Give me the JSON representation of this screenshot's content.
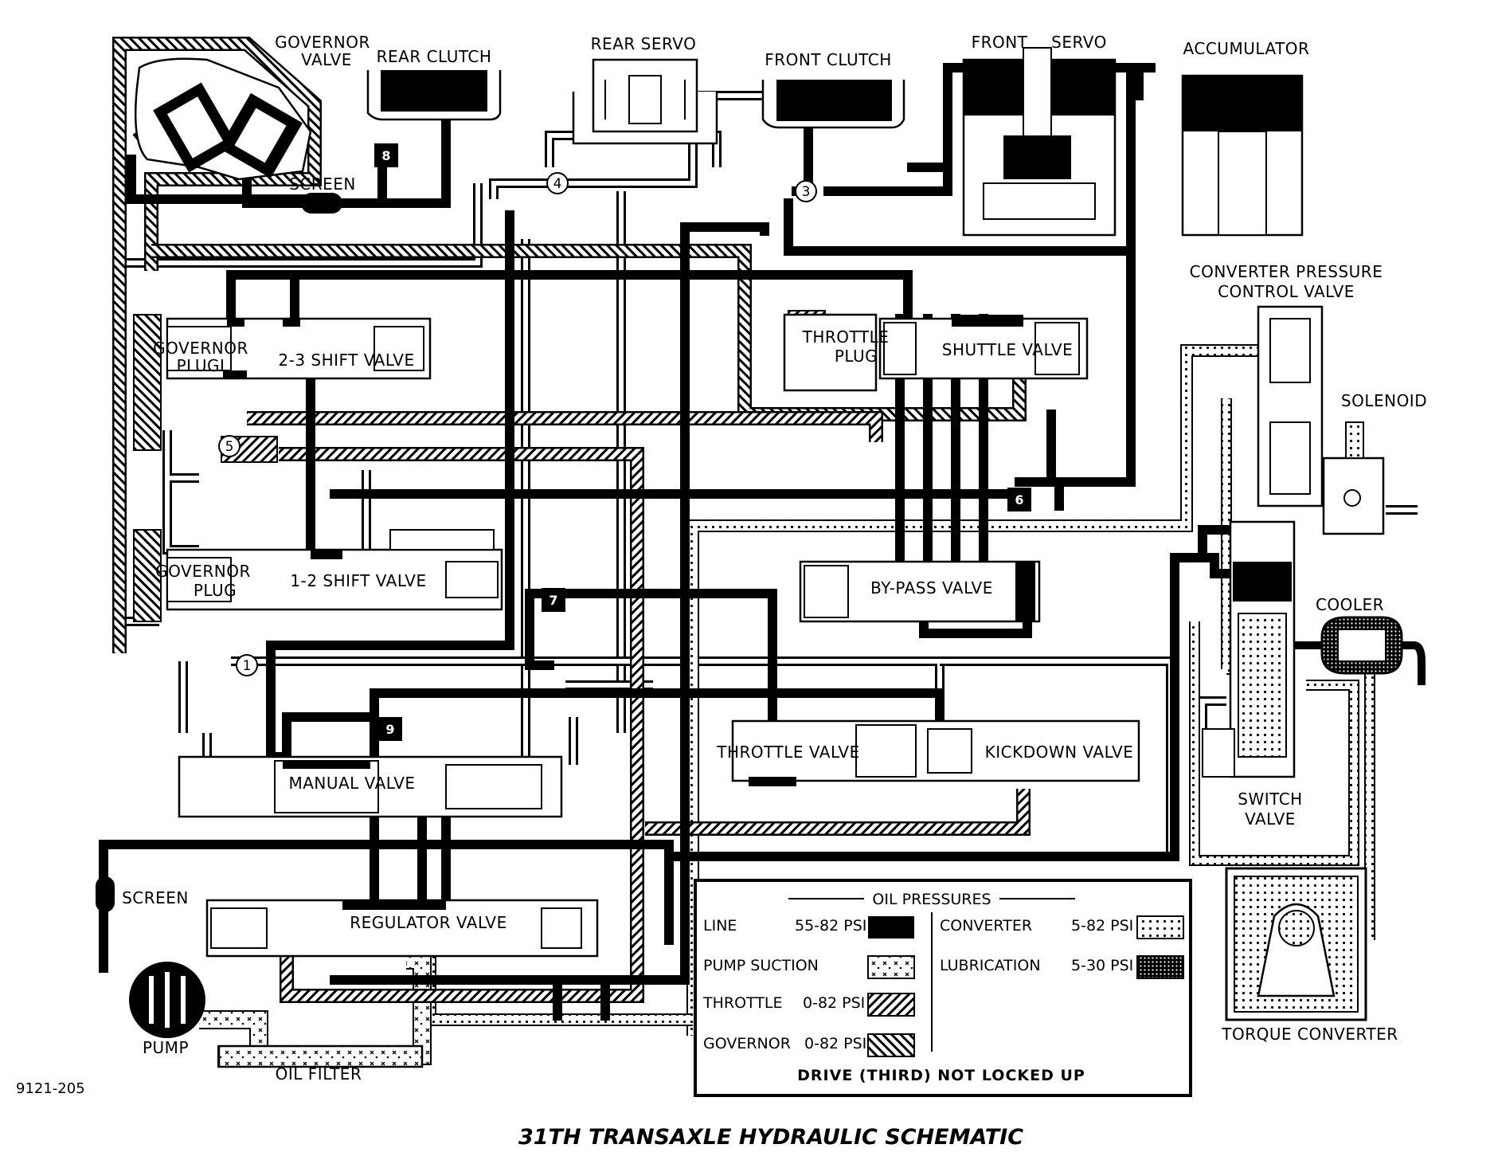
{
  "diagram": {
    "title": "31TH TRANSAXLE HYDRAULIC SCHEMATIC",
    "figure_code": "9121-205",
    "mode_caption": "DRIVE (THIRD) NOT LOCKED UP",
    "components": {
      "governor_valve": [
        "GOVERNOR",
        "VALVE"
      ],
      "rear_clutch": "REAR CLUTCH",
      "rear_servo": "REAR SERVO",
      "front_clutch": "FRONT CLUTCH",
      "front_servo": [
        "FRONT",
        "SERVO"
      ],
      "accumulator": "ACCUMULATOR",
      "screen_top": "SCREEN",
      "converter_pressure_control_valve": [
        "CONVERTER PRESSURE",
        "CONTROL VALVE"
      ],
      "solenoid": "SOLENOID",
      "governor_plug_upper": [
        "GOVERNOR",
        "PLUGI"
      ],
      "shift_valve_2_3": "2-3 SHIFT VALVE",
      "throttle_plug": [
        "THROTTLE",
        "PLUG"
      ],
      "shuttle_valve": "SHUTTLE VALVE",
      "governor_plug_lower": [
        "GOVERNOR",
        "PLUG"
      ],
      "shift_valve_1_2": "1-2 SHIFT VALVE",
      "bypass_valve": "BY-PASS VALVE",
      "cooler": "COOLER",
      "throttle_valve": "THROTTLE VALVE",
      "kickdown_valve": "KICKDOWN VALVE",
      "manual_valve": "MANUAL VALVE",
      "switch_valve": [
        "SWITCH",
        "VALVE"
      ],
      "screen_bottom": "SCREEN",
      "regulator_valve": "REGULATOR VALVE",
      "pump": "PUMP",
      "oil_filter": "OIL FILTER",
      "torque_converter": "TORQUE CONVERTER"
    },
    "check_balls": [
      "1",
      "3",
      "4",
      "5",
      "6",
      "7",
      "8",
      "9"
    ],
    "legend": {
      "heading": "OIL PRESSURES",
      "items": [
        {
          "name": "LINE",
          "range": "55-82 PSI",
          "pattern": "solid-black"
        },
        {
          "name": "PUMP SUCTION",
          "range": "",
          "pattern": "dotted-crosses"
        },
        {
          "name": "THROTTLE",
          "range": "0-82 PSI",
          "pattern": "diagonal-hatch"
        },
        {
          "name": "GOVERNOR",
          "range": "0-82 PSI",
          "pattern": "reverse-diagonal-hatch"
        },
        {
          "name": "CONVERTER",
          "range": "5-82 PSI",
          "pattern": "dotted"
        },
        {
          "name": "LUBRICATION",
          "range": "5-30 PSI",
          "pattern": "crosshatch"
        }
      ]
    }
  }
}
